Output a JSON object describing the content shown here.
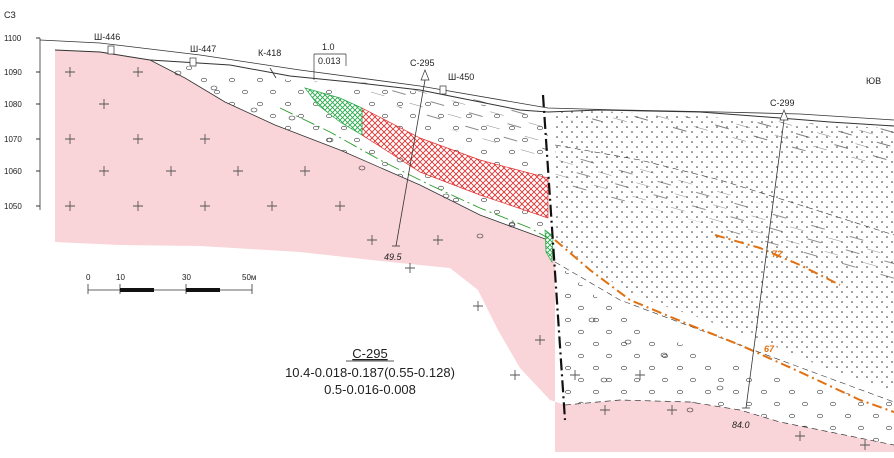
{
  "header": {
    "left_dir": "СЗ",
    "right_dir": "ЮВ"
  },
  "elevation_ticks": [
    "1100",
    "1090",
    "1080",
    "1070",
    "1060",
    "1050"
  ],
  "wells": [
    {
      "id": "Ш-446"
    },
    {
      "id": "Ш-447"
    },
    {
      "id": "К-418"
    },
    {
      "id": "С-295"
    },
    {
      "id": "Ш-450"
    },
    {
      "id": "С-299"
    }
  ],
  "fraction": {
    "numerator": "1.0",
    "denominator": "0.013"
  },
  "depths": {
    "c295": "49.5",
    "c299": "84.0"
  },
  "orange_values": [
    "72",
    "67"
  ],
  "scale_bar": {
    "labels": [
      "0",
      "10",
      "30",
      "50м"
    ]
  },
  "assay": {
    "title": "С-295",
    "line1": "10.4-0.018-0.187(0.55-0.128)",
    "line2": "0.5-0.016-0.008"
  },
  "colors": {
    "granite": "#f9d4d8",
    "granite_cross": "#555555",
    "orebody_red": "#e23030",
    "orebody_green": "#2aa84a",
    "green_dashed": "#2a9a2a",
    "orange_contour": "#e07010"
  }
}
